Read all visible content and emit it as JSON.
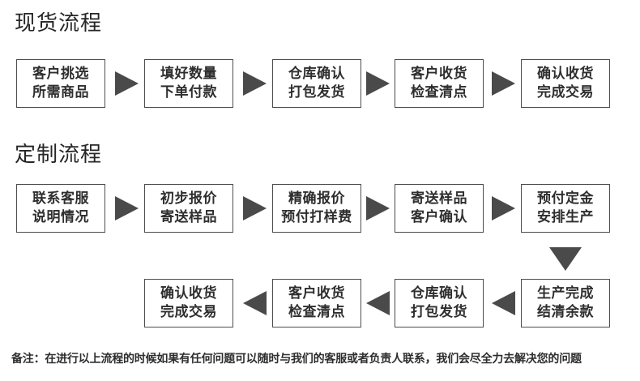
{
  "page": {
    "background_color": "#ffffff",
    "node_border_color": "#4d4d4d",
    "arrow_color": "#4a4a4a",
    "text_color": "#2e2e2e"
  },
  "sections": [
    {
      "title": "现货流程",
      "steps": [
        {
          "line1": "客户挑选",
          "line2": "所需商品"
        },
        {
          "line1": "填好数量",
          "line2": "下单付款"
        },
        {
          "line1": "仓库确认",
          "line2": "打包发货"
        },
        {
          "line1": "客户收货",
          "line2": "检查清点"
        },
        {
          "line1": "确认收货",
          "line2": "完成交易"
        }
      ]
    },
    {
      "title": "定制流程",
      "steps_row1": [
        {
          "line1": "联系客服",
          "line2": "说明情况"
        },
        {
          "line1": "初步报价",
          "line2": "寄送样品"
        },
        {
          "line1": "精确报价",
          "line2": "预付打样费"
        },
        {
          "line1": "寄送样品",
          "line2": "客户确认"
        },
        {
          "line1": "预付定金",
          "line2": "安排生产"
        }
      ],
      "steps_row2": [
        {
          "line1": "确认收货",
          "line2": "完成交易"
        },
        {
          "line1": "客户收货",
          "line2": "检查清点"
        },
        {
          "line1": "仓库确认",
          "line2": "打包发货"
        },
        {
          "line1": "生产完成",
          "line2": "结清余款"
        }
      ]
    }
  ],
  "footer": {
    "note": "备注：在进行以上流程的时候如果有任何问题可以随时与我们的客服或者负责人联系，我们会尽全力去解决您的问题"
  },
  "icons": {
    "arrow_right": "triangle-right-icon",
    "arrow_left": "triangle-left-icon",
    "arrow_down": "triangle-down-icon"
  }
}
